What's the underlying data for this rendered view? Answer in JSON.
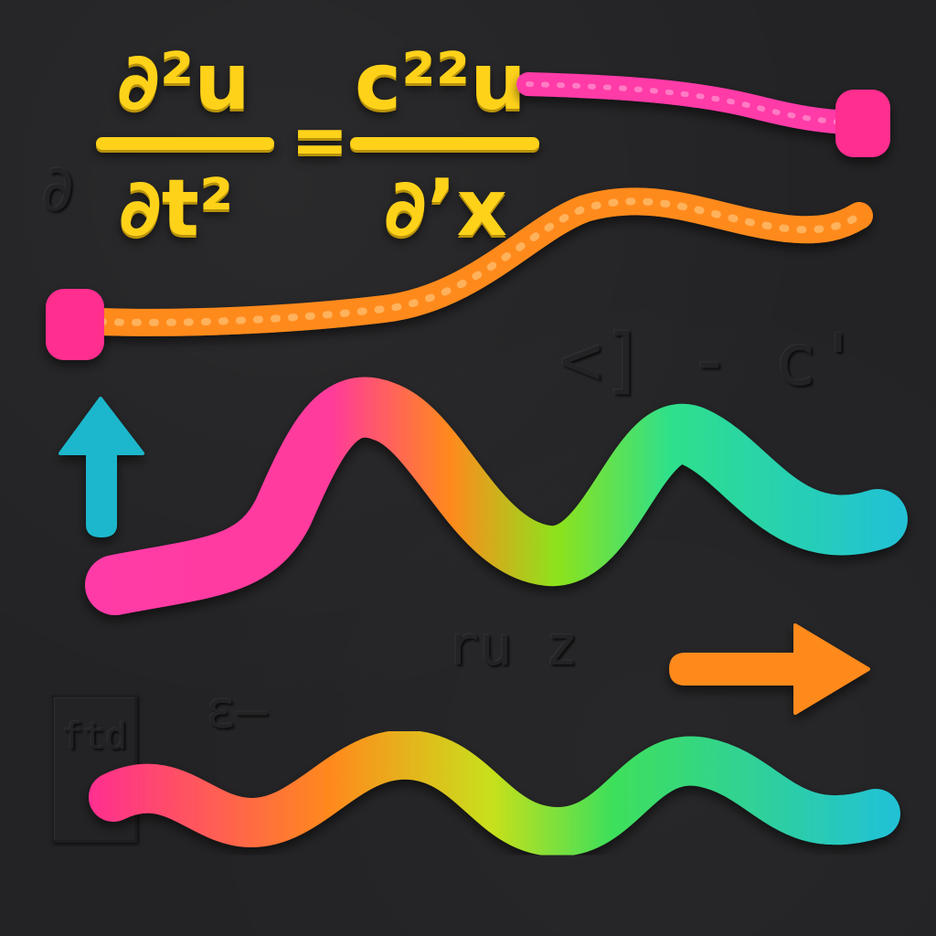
{
  "equation": {
    "lhs_numerator": "∂²u",
    "lhs_denominator": "∂t²",
    "equals": "=",
    "rhs_numerator": "c²²u",
    "rhs_denominator": "∂’x"
  },
  "background_glyphs": {
    "left_top": "∂",
    "right_mid": "<] - c'",
    "center_low": "ru z",
    "left_low_box": "ftd",
    "left_low_dash": "ε—"
  },
  "colors": {
    "yellow": "#ffd21a",
    "pink": "#ff2f8f",
    "orange": "#ff8a1c",
    "green": "#7be01a",
    "teal": "#22c8d0",
    "cyan_arrow": "#1fb7cc"
  },
  "icons": {
    "up_arrow": "arrow-up-icon",
    "right_arrow": "arrow-right-icon"
  }
}
